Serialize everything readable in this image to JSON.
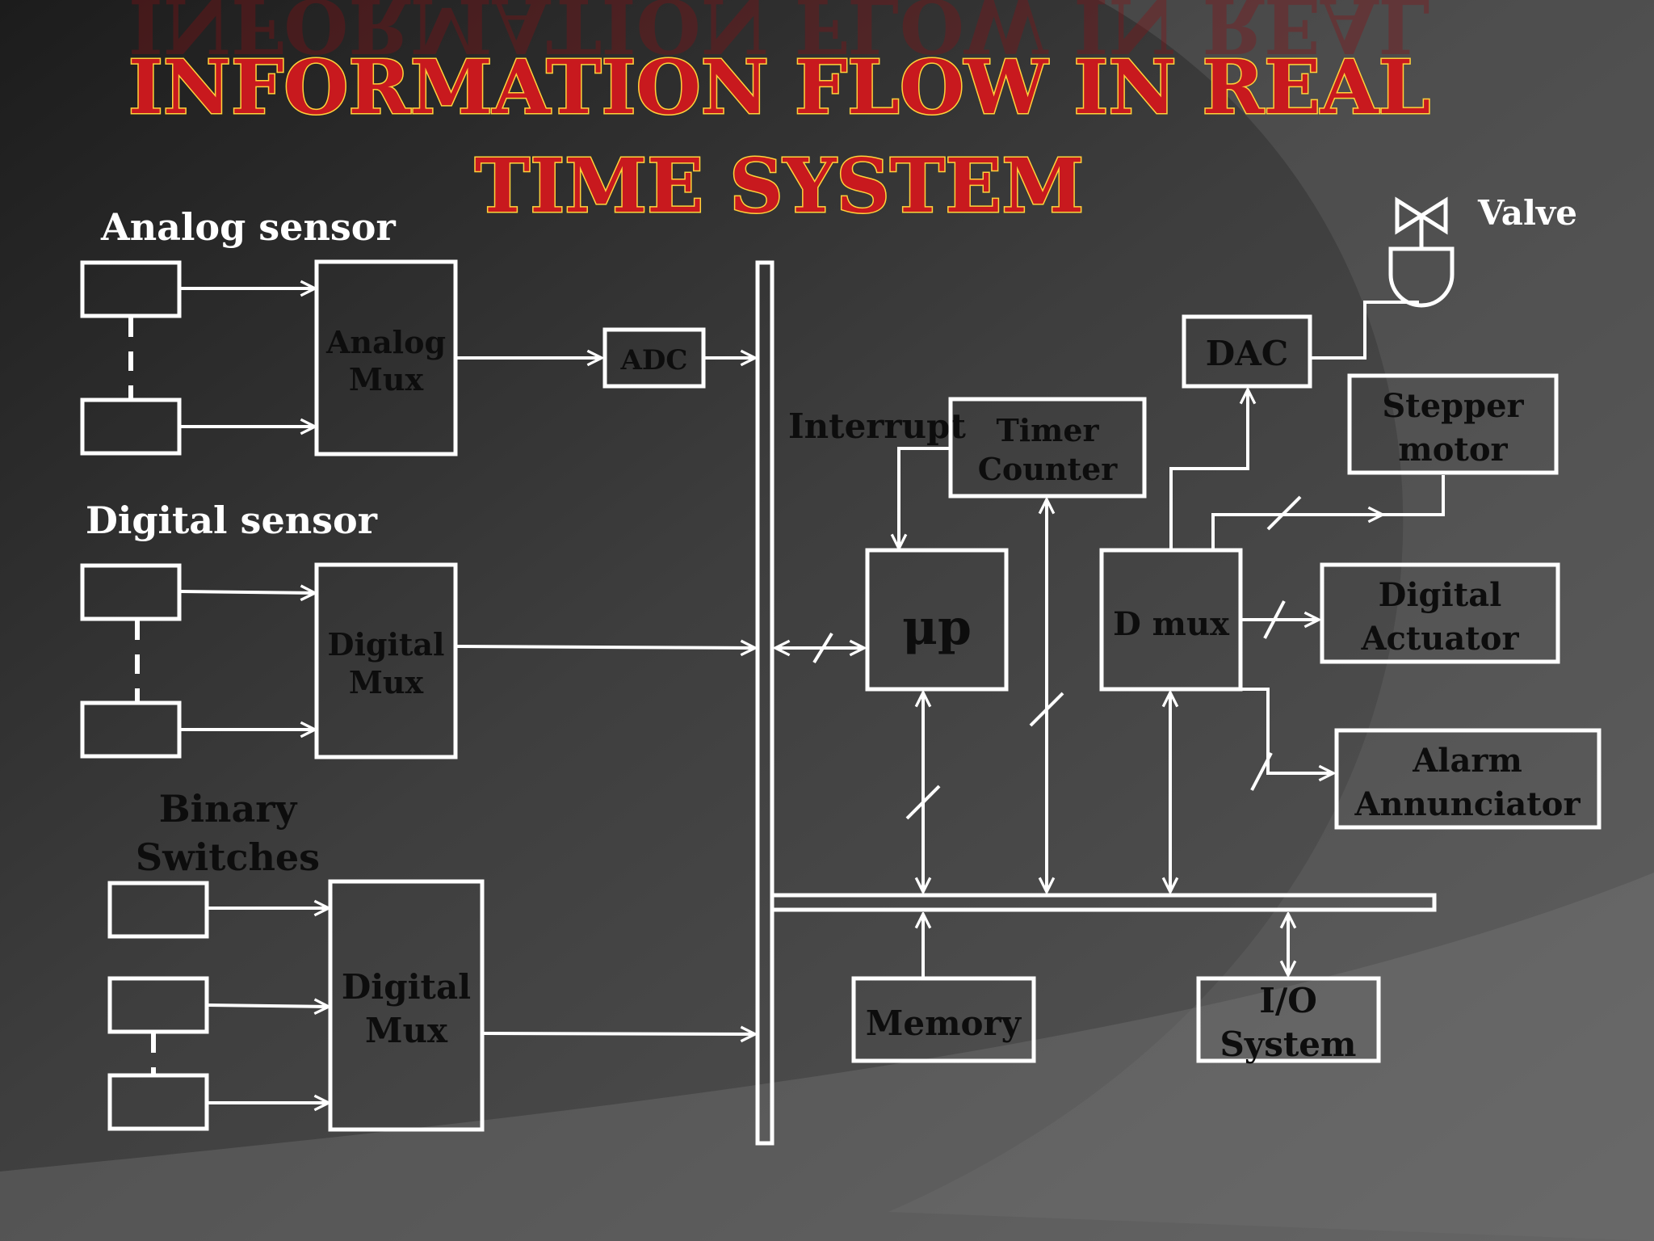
{
  "slide": {
    "title_line1": "INFORMATION FLOW IN REAL",
    "title_line2": "TIME SYSTEM"
  },
  "labels": {
    "analog_sensor": "Analog sensor",
    "digital_sensor": "Digital sensor",
    "binary_line1": "Binary",
    "binary_line2": "Switches",
    "interrupt": "Interrupt",
    "valve": "Valve"
  },
  "blocks": {
    "analog_mux": [
      "Analog",
      "Mux"
    ],
    "adc": "ADC",
    "digital_mux_1": [
      "Digital",
      "Mux"
    ],
    "digital_mux_2": [
      "Digital",
      "Mux"
    ],
    "timer_counter": [
      "Timer",
      "Counter"
    ],
    "microprocessor": "μp",
    "dac": "DAC",
    "stepper_motor": [
      "Stepper",
      "motor"
    ],
    "d_mux": "D mux",
    "digital_actuator": [
      "Digital",
      "Actuator"
    ],
    "alarm_annunciator": [
      "Alarm",
      "Annunciator"
    ],
    "memory": "Memory",
    "io_system": [
      "I/O",
      "System"
    ]
  },
  "colors": {
    "title_fill": "#c8191e",
    "title_outline": "#ffd23a",
    "line": "#ffffff",
    "block_text": "#0d0d0d",
    "label_text": "#ffffff"
  }
}
